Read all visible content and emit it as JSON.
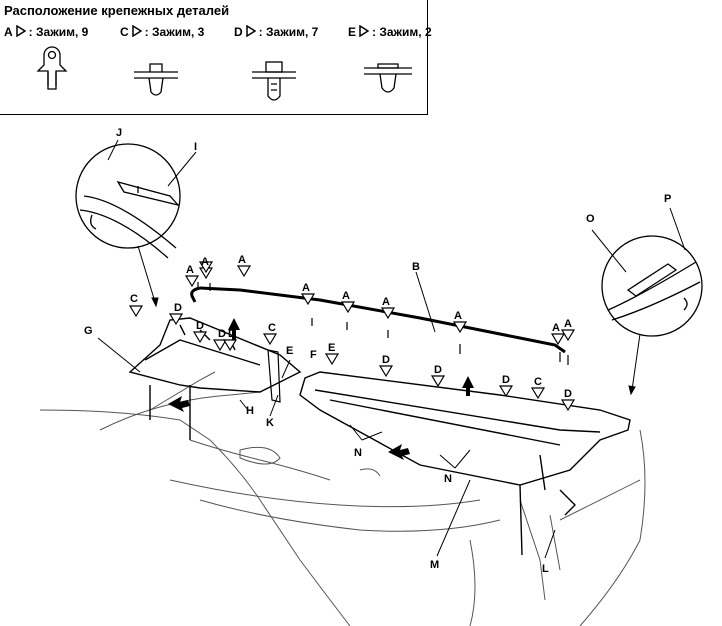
{
  "legend": {
    "title": "Расположение крепежных деталей",
    "items": [
      {
        "letter": "A",
        "text": ": Зажим, 9",
        "icon": "clip-a-icon"
      },
      {
        "letter": "C",
        "text": ": Зажим, 3",
        "icon": "clip-c-icon"
      },
      {
        "letter": "D",
        "text": ": Зажим, 7",
        "icon": "clip-d-icon"
      },
      {
        "letter": "E",
        "text": ": Зажим, 2",
        "icon": "clip-e-icon"
      }
    ]
  },
  "callouts": {
    "A": "A",
    "B": "B",
    "C": "C",
    "D": "D",
    "E": "E",
    "F": "F",
    "G": "G",
    "H": "H",
    "I": "I",
    "J": "J",
    "K": "K",
    "L": "L",
    "M": "M",
    "N": "N",
    "O": "O",
    "P": "P"
  }
}
